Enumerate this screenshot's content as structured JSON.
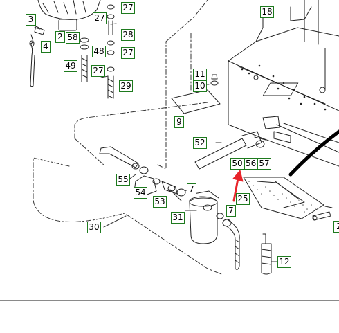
{
  "diagram": {
    "callouts": [
      {
        "id": "3",
        "label": "3"
      },
      {
        "id": "2",
        "label": "2"
      },
      {
        "id": "58",
        "label": "58"
      },
      {
        "id": "27a",
        "label": "27"
      },
      {
        "id": "27b",
        "label": "27"
      },
      {
        "id": "28",
        "label": "28"
      },
      {
        "id": "48",
        "label": "48"
      },
      {
        "id": "27c",
        "label": "27"
      },
      {
        "id": "4",
        "label": "4"
      },
      {
        "id": "49",
        "label": "49"
      },
      {
        "id": "27d",
        "label": "27"
      },
      {
        "id": "29",
        "label": "29"
      },
      {
        "id": "18",
        "label": "18"
      },
      {
        "id": "11",
        "label": "11"
      },
      {
        "id": "10",
        "label": "10"
      },
      {
        "id": "9",
        "label": "9"
      },
      {
        "id": "52",
        "label": "52"
      },
      {
        "id": "50",
        "label": "50"
      },
      {
        "id": "56",
        "label": "56"
      },
      {
        "id": "57",
        "label": "57"
      },
      {
        "id": "55",
        "label": "55"
      },
      {
        "id": "54",
        "label": "54"
      },
      {
        "id": "7a",
        "label": "7"
      },
      {
        "id": "53",
        "label": "53"
      },
      {
        "id": "25",
        "label": "25"
      },
      {
        "id": "31",
        "label": "31"
      },
      {
        "id": "7b",
        "label": "7"
      },
      {
        "id": "2b",
        "label": "2"
      },
      {
        "id": "30",
        "label": "30"
      },
      {
        "id": "12",
        "label": "12"
      }
    ],
    "highlight_color": "#e8242a",
    "callout_border_color": "#1e7a1e"
  }
}
